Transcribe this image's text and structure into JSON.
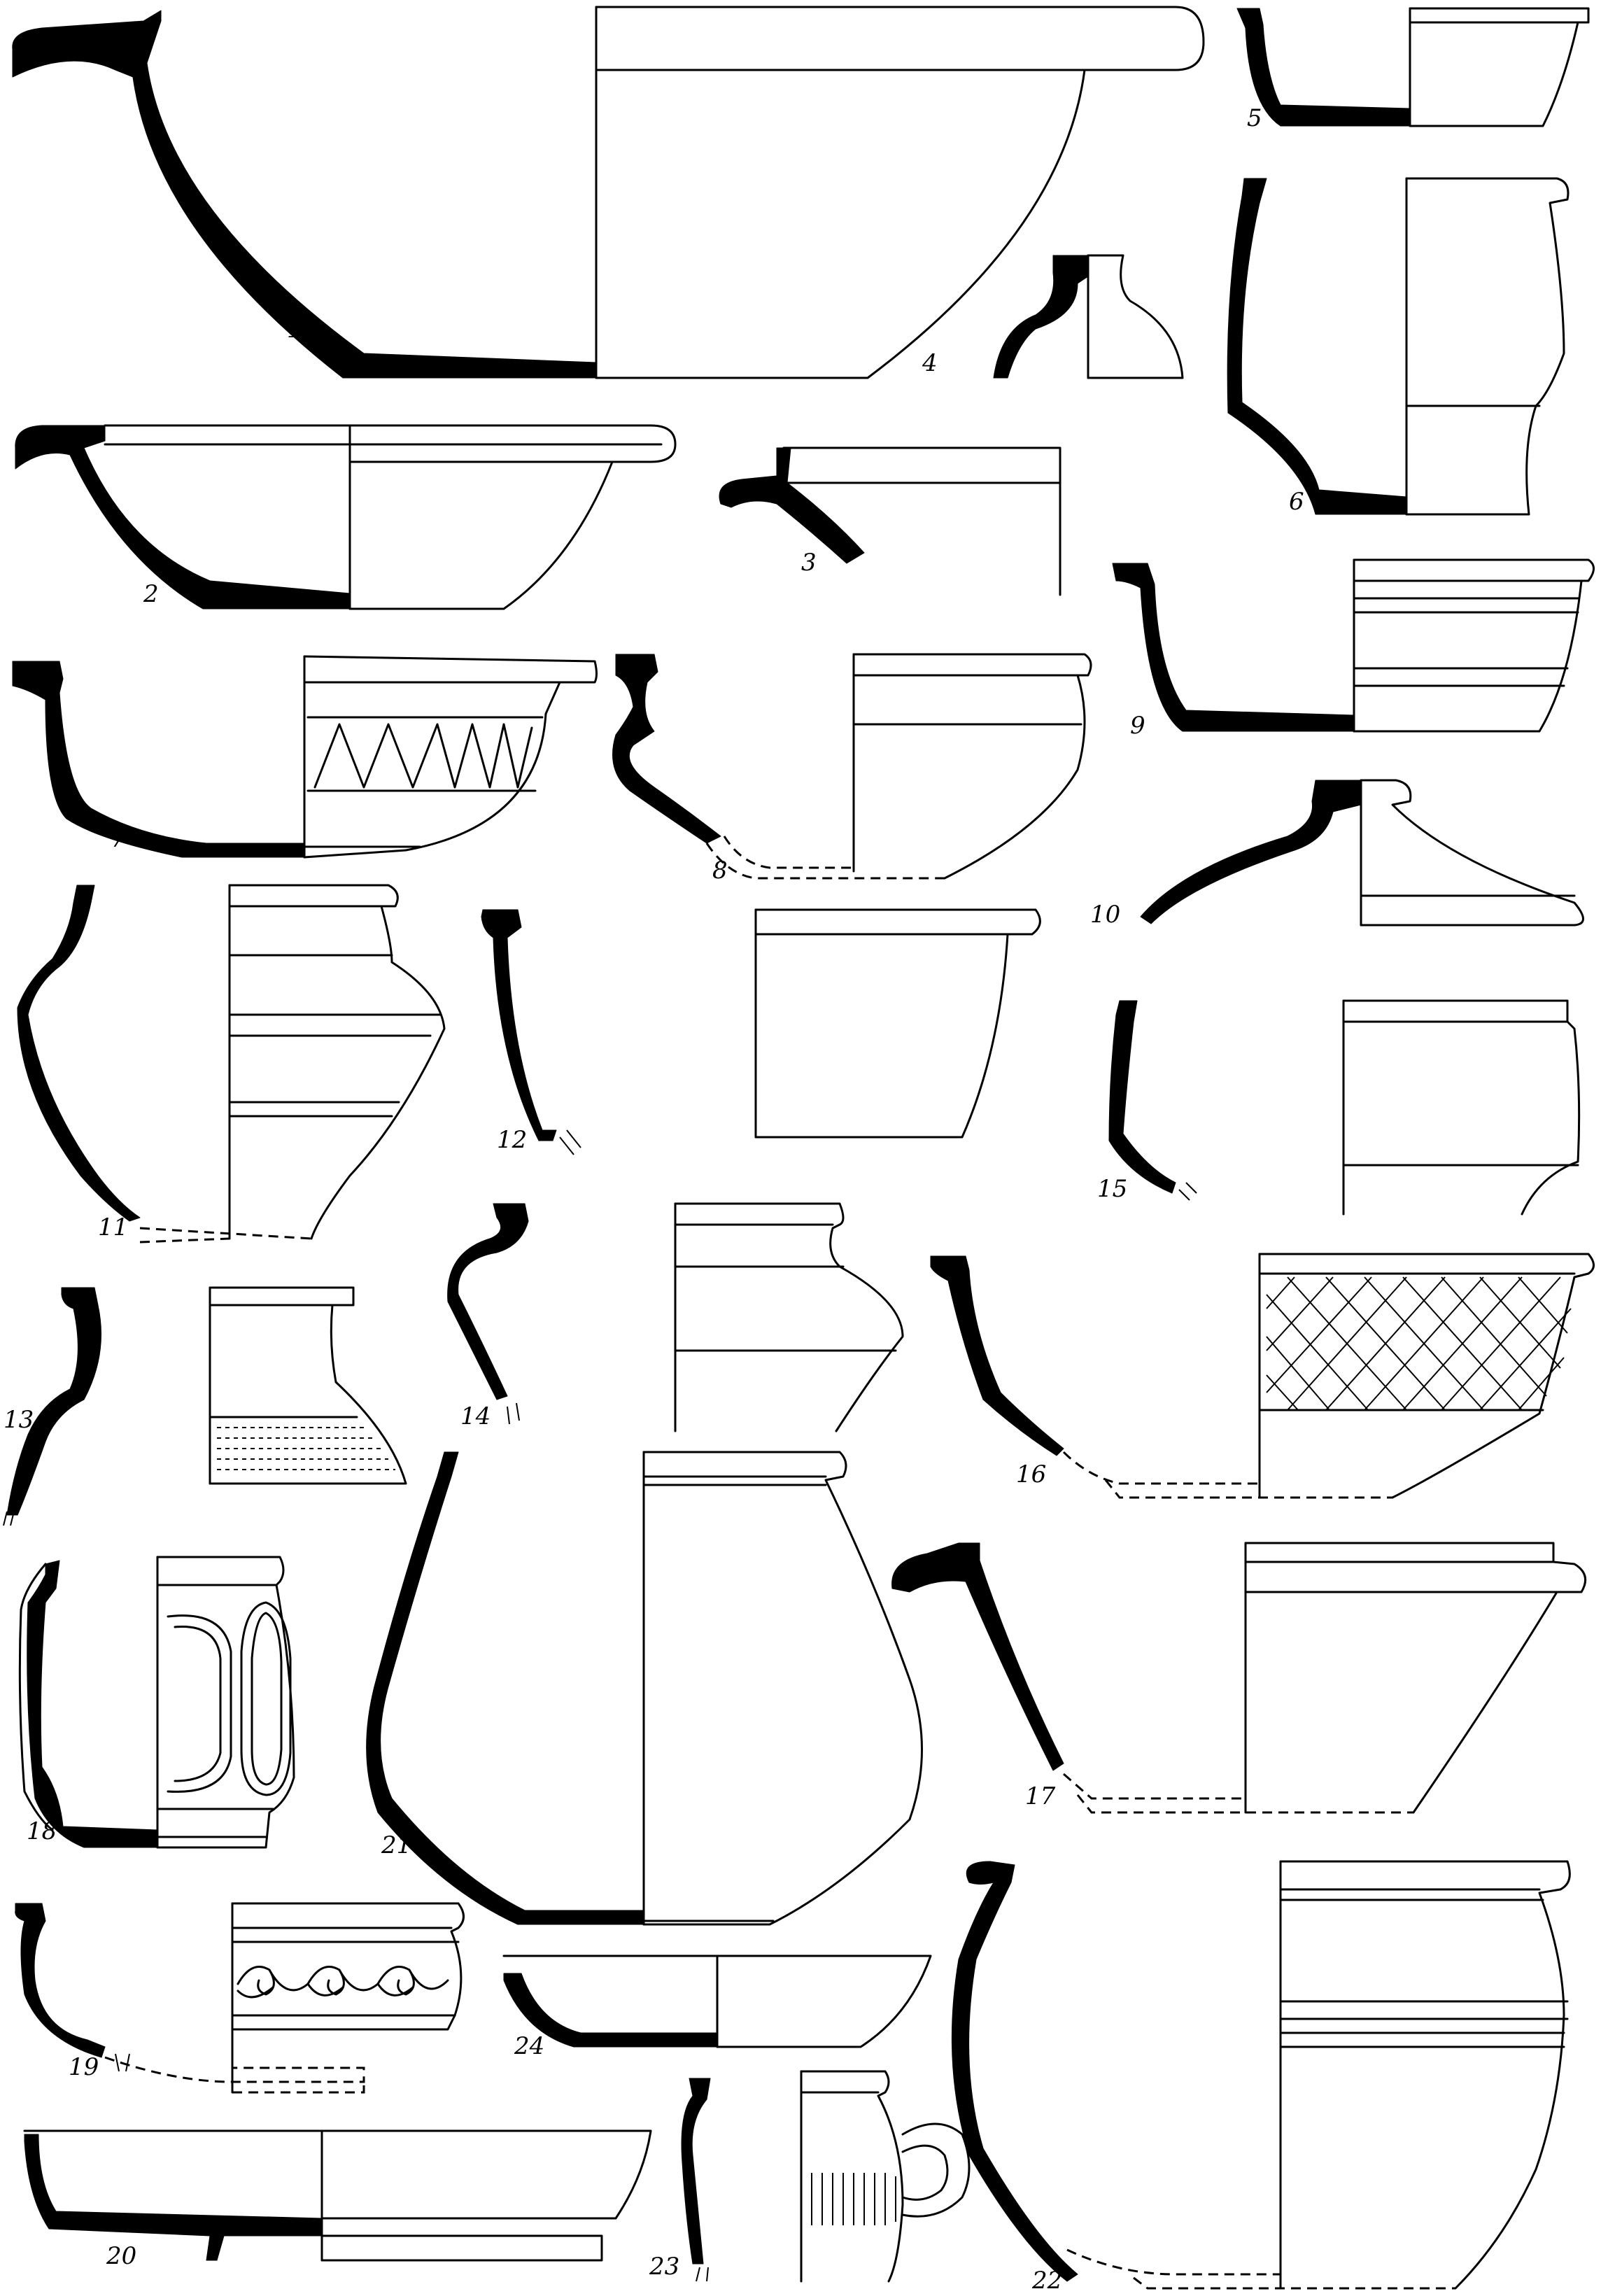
{
  "figure": {
    "vessel_numbers": [
      "1",
      "2",
      "3",
      "4",
      "5",
      "6",
      "7",
      "8",
      "9",
      "10",
      "11",
      "12",
      "13",
      "14",
      "15",
      "16",
      "17",
      "18",
      "19",
      "20",
      "21",
      "22",
      "23",
      "24"
    ]
  },
  "colors": {
    "ink": "#000000",
    "paper": "#ffffff"
  }
}
